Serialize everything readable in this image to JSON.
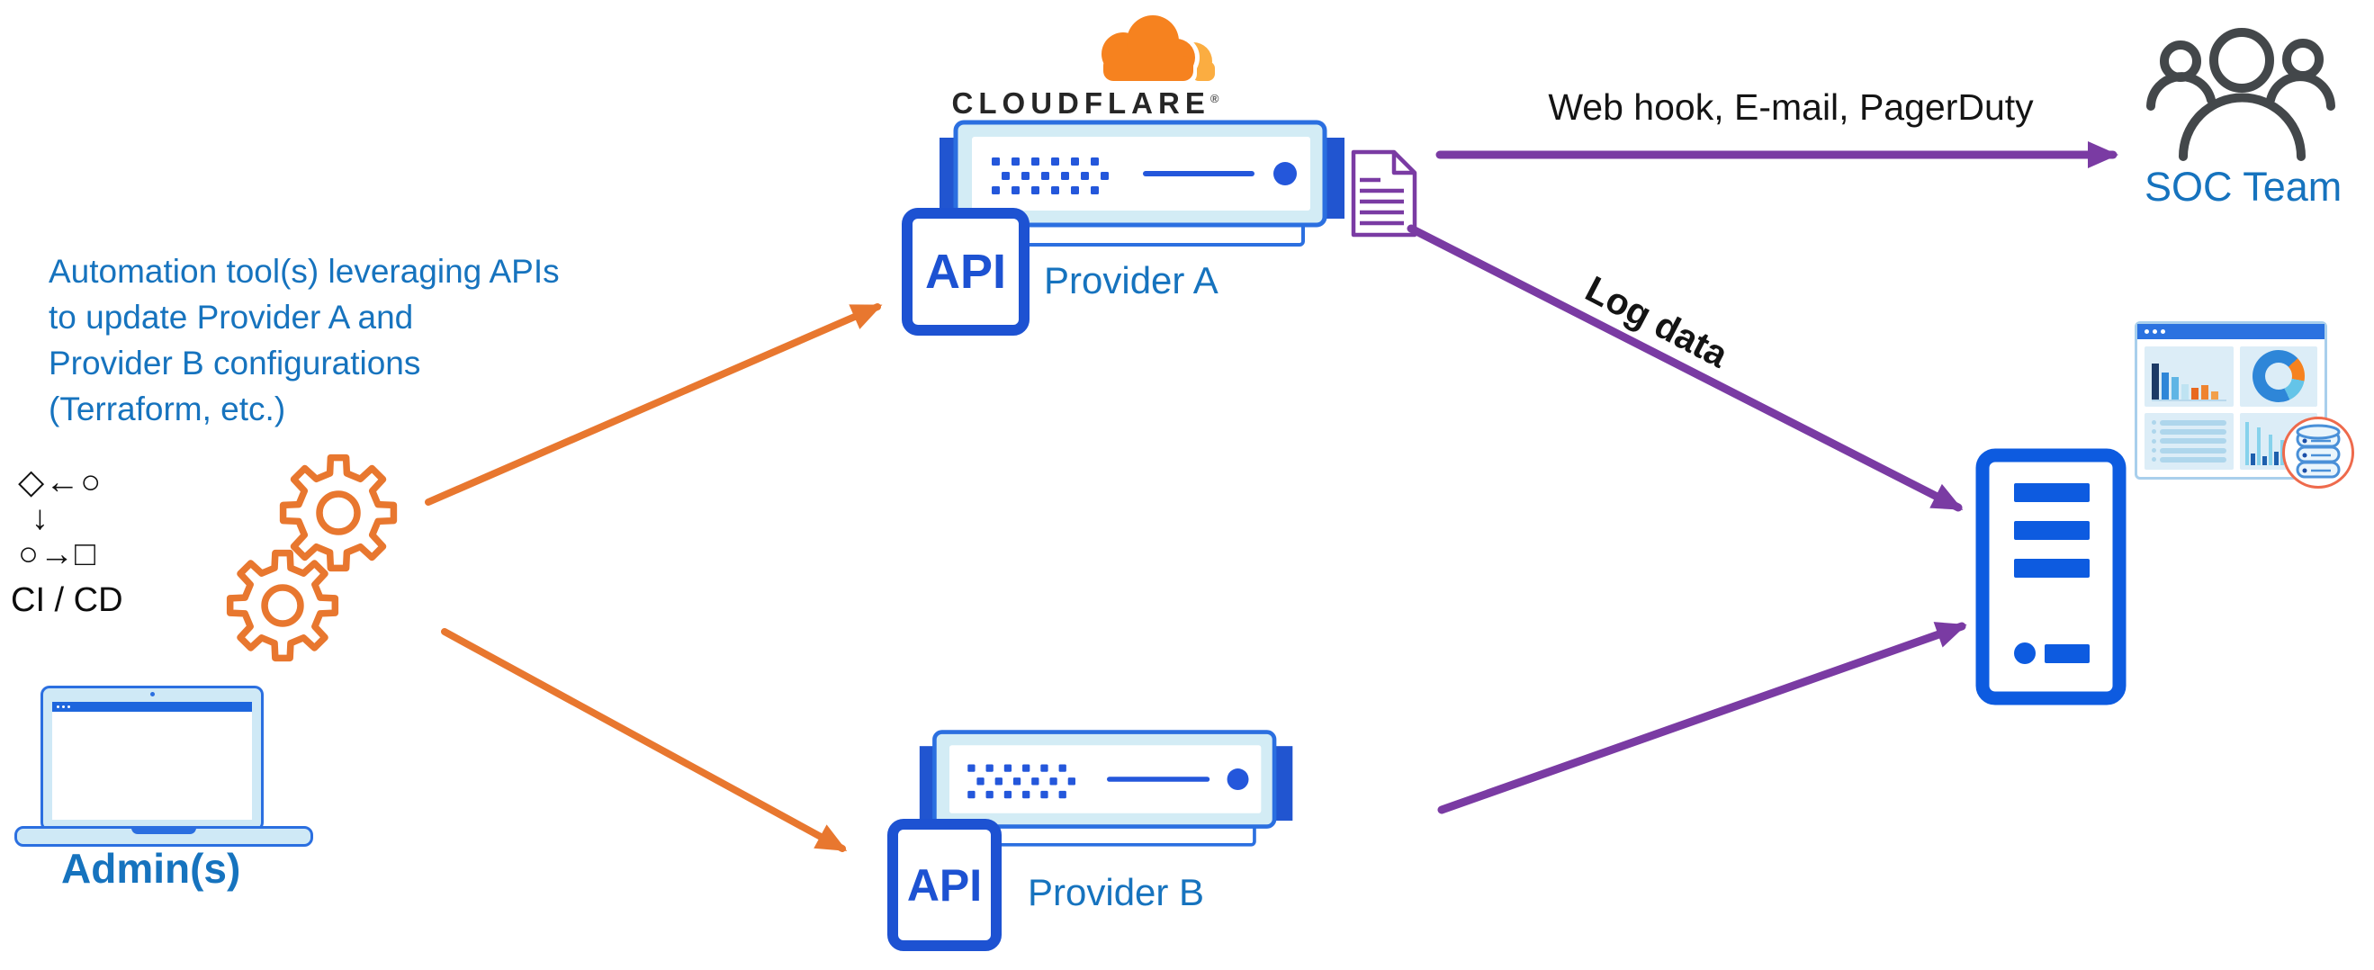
{
  "palette": {
    "blue_text": "#1673BE",
    "icon_blue": "#1f5ad8",
    "icon_fill_light": "#d3ecf5",
    "tower_blue": "#0d5be0",
    "orange": "#E8772F",
    "purple": "#7A3BA3",
    "cloudflare_orange": "#F6821F",
    "cloudflare_orange_light": "#FBAD41",
    "people_gray": "#43474A",
    "coral_ring": "#EE6A4C",
    "text_dark": "#141414"
  },
  "left_panel": {
    "description_lines": [
      "Automation tool(s)  leveraging APIs",
      "to update Provider A and",
      "Provider B configurations",
      "(Terraform, etc.)"
    ],
    "cicd": {
      "glyph_row1": "◇←○",
      "glyph_down": "↓",
      "glyph_row2": "○→□",
      "label": "CI / CD"
    },
    "admins_label": "Admin(s)"
  },
  "provider_a": {
    "brand": "CLOUDFLARE",
    "brand_mark": "®",
    "api_label": "API",
    "name": "Provider A"
  },
  "provider_b": {
    "api_label": "API",
    "name": "Provider B"
  },
  "flows": {
    "webhook_label": "Web hook, E-mail, PagerDuty",
    "log_label": "Log data"
  },
  "soc": {
    "label": "SOC Team"
  }
}
